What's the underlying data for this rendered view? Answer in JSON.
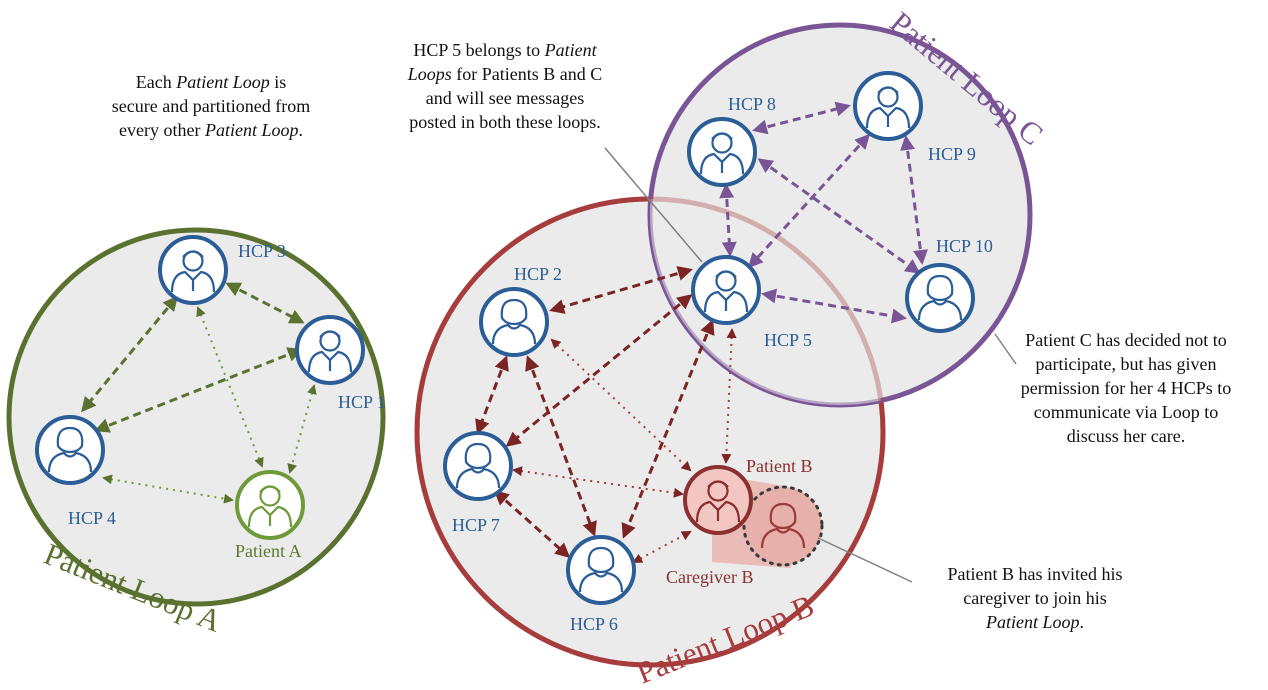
{
  "colors": {
    "loop_a": "#5b7130",
    "loop_b": "#a73c3c",
    "loop_c": "#7a5596",
    "hcp": "#2b5d96",
    "patient_a": "#6f9a3a",
    "patient_b": "#8b2f2f",
    "loop_fill": "#ebebeb",
    "text_dark": "#111111"
  },
  "loops": {
    "a": "Patient Loop A",
    "b": "Patient Loop B",
    "c": "Patient Loop C"
  },
  "nodes": {
    "hcp1": "HCP 1",
    "hcp2": "HCP 2",
    "hcp3": "HCP 3",
    "hcp4": "HCP 4",
    "hcp5": "HCP 5",
    "hcp6": "HCP 6",
    "hcp7": "HCP 7",
    "hcp8": "HCP 8",
    "hcp9": "HCP 9",
    "hcp10": "HCP 10",
    "patient_a": "Patient A",
    "patient_b": "Patient B",
    "caregiver_b": "Caregiver B"
  },
  "annotations": {
    "loop_security": {
      "l1a": "Each ",
      "l1b": "Patient Loop",
      "l1c": " is",
      "l2": "secure and partitioned from",
      "l3a": "every other ",
      "l3b": "Patient Loop",
      "l3c": "."
    },
    "hcp5_note": {
      "l1a": "HCP 5 belongs to ",
      "l1b": "Patient",
      "l2a": "Loops",
      "l2b": " for Patients B and C",
      "l3": "and will see messages",
      "l4": "posted in both these loops."
    },
    "patient_c_note": {
      "l1": "Patient C has decided not to",
      "l2": "participate, but has given",
      "l3": "permission for her 4 HCPs to",
      "l4": "communicate via Loop to",
      "l5": "discuss her care."
    },
    "caregiver_note": {
      "l1": "Patient B has invited his",
      "l2": "caregiver to join his",
      "l3a": "Patient Loop",
      "l3b": "."
    }
  }
}
